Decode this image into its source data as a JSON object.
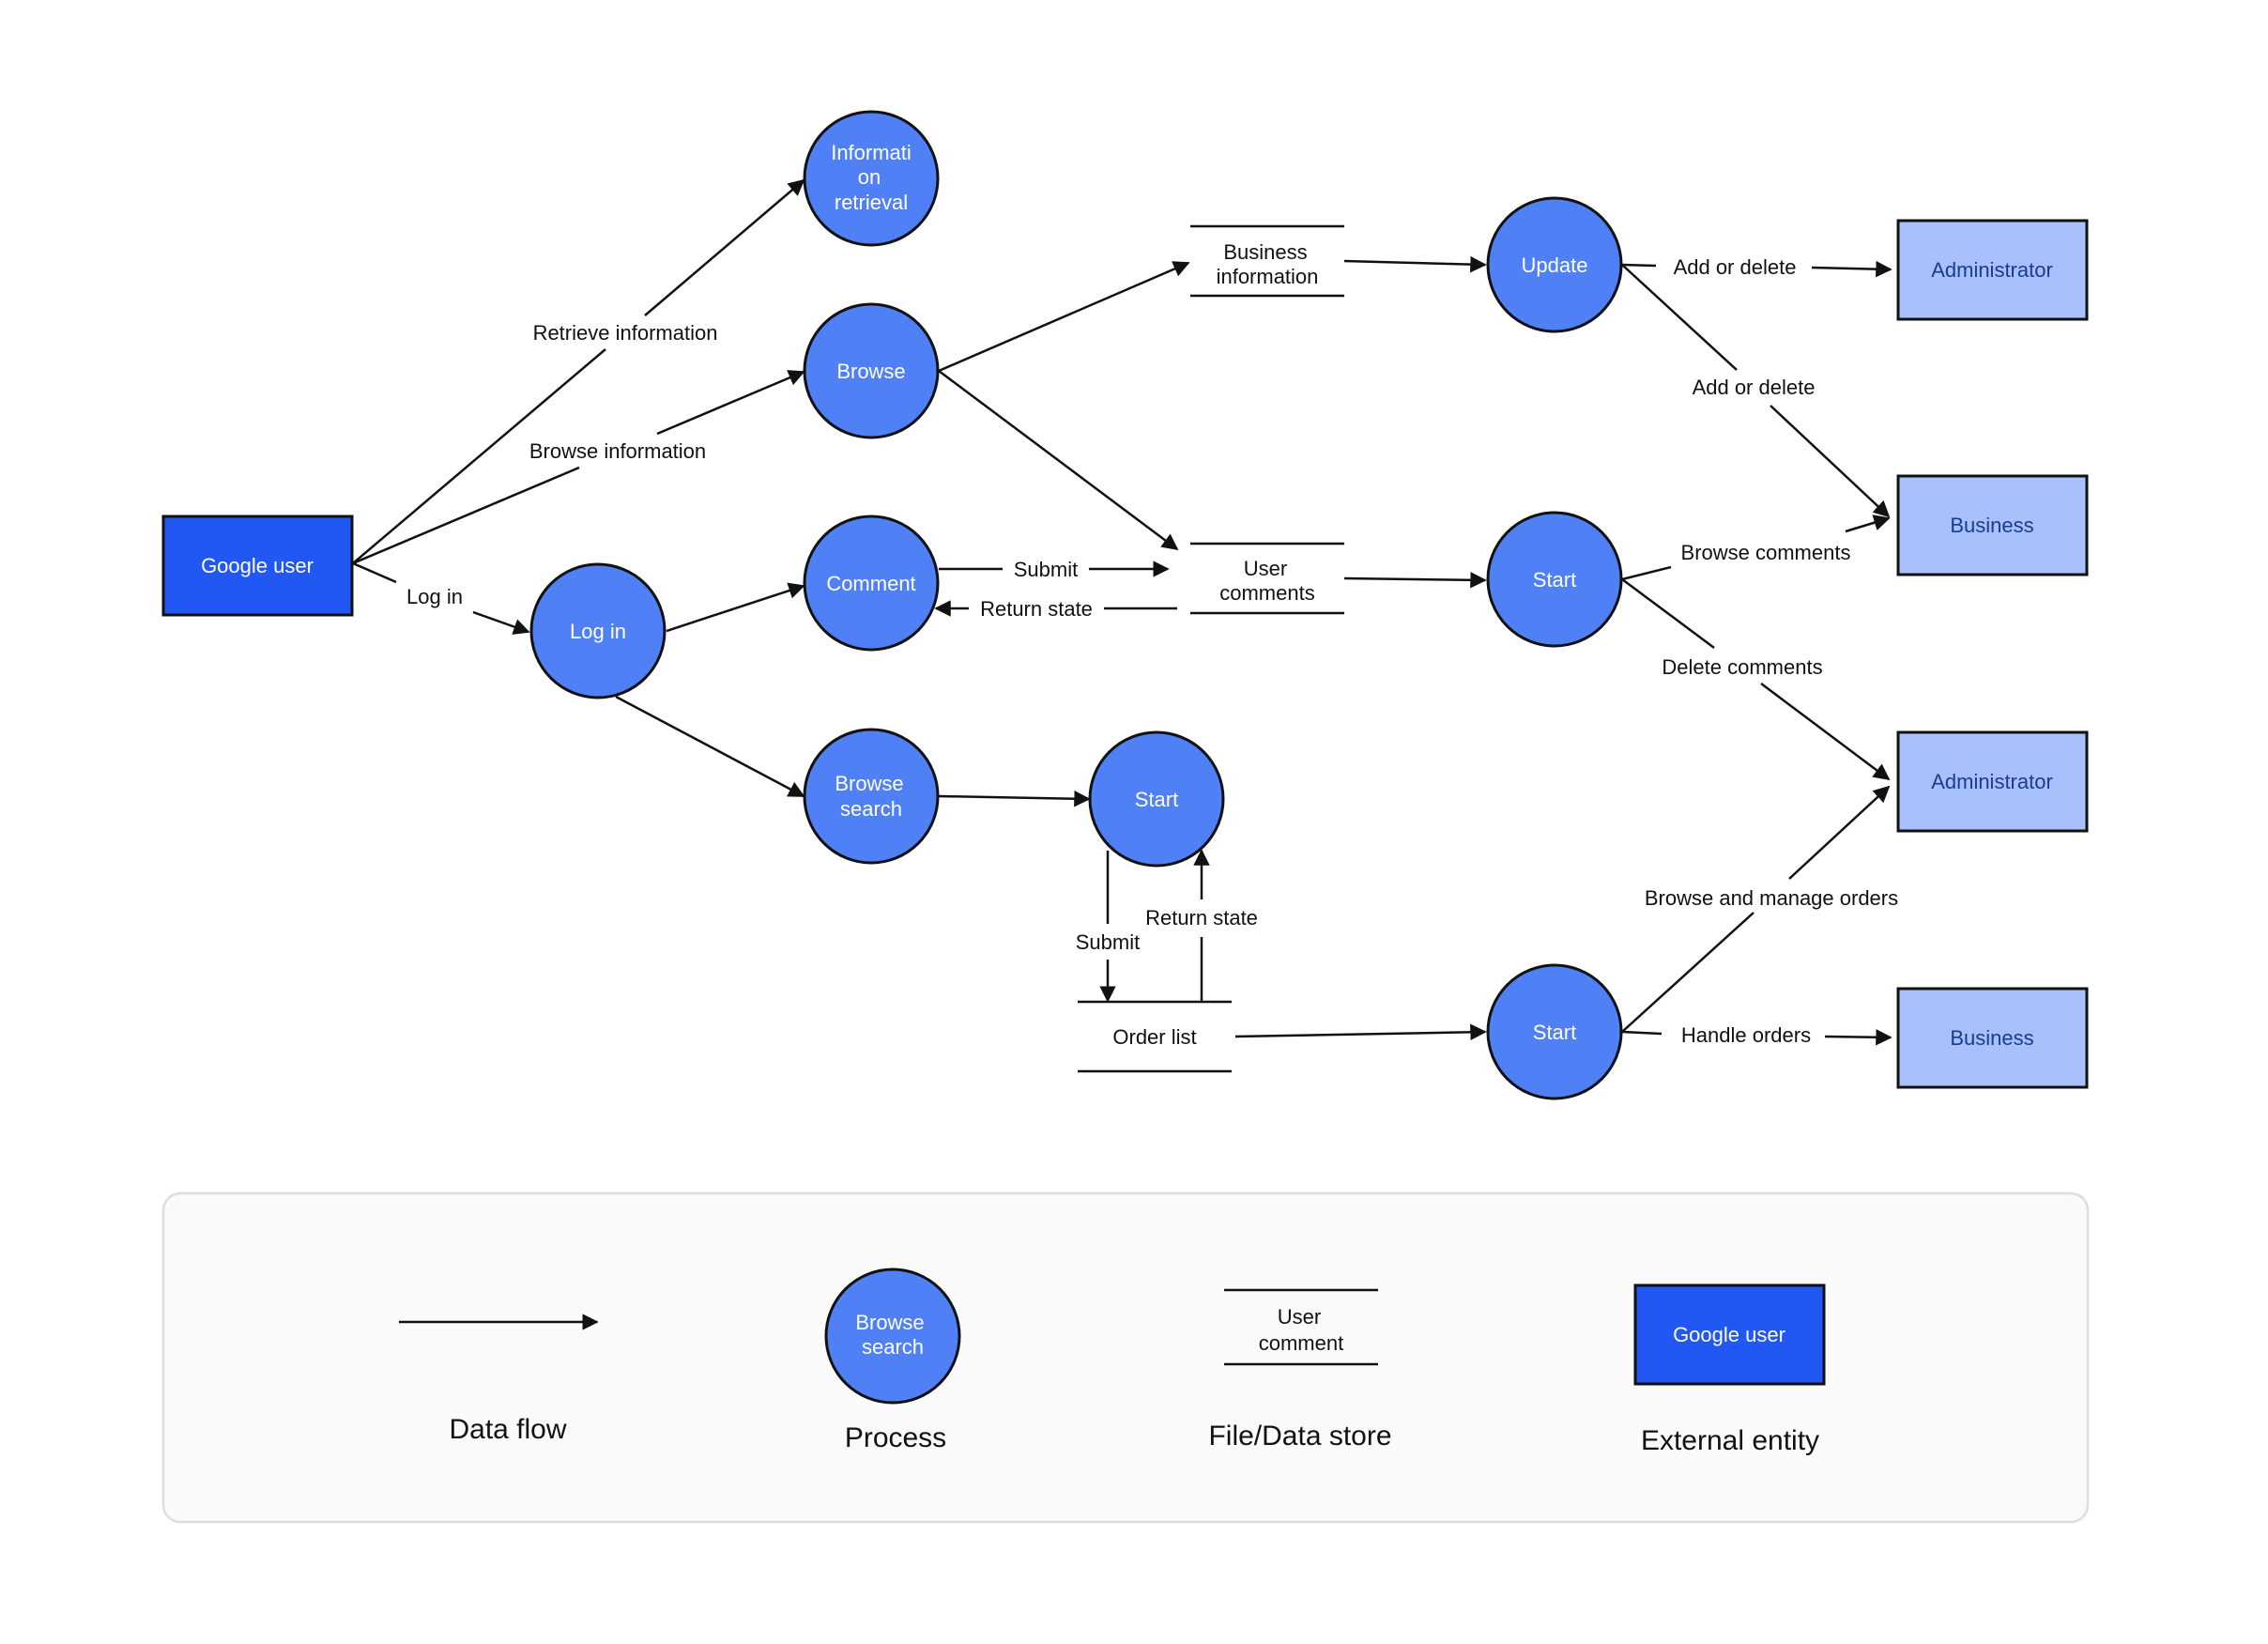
{
  "colors": {
    "process_fill": "#4f80f5",
    "entity_dark_fill": "#2158f4",
    "entity_light_fill": "#a8c1fd",
    "stroke": "#111111",
    "legend_bg": "#fafafa",
    "legend_border": "#dddddd"
  },
  "entities": {
    "google_user": "Google user",
    "admin_1": "Administrator",
    "business_1": "Business",
    "admin_2": "Administrator",
    "business_2": "Business"
  },
  "processes": {
    "info_retrieval": [
      "Informati",
      "on",
      "retrieval"
    ],
    "browse": [
      "Browse"
    ],
    "comment": [
      "Comment"
    ],
    "login": [
      "Log in"
    ],
    "browse_search": [
      "Browse",
      "search"
    ],
    "start_order": [
      "Start"
    ],
    "update": [
      "Update"
    ],
    "start_comments": [
      "Start"
    ],
    "start_orders": [
      "Start"
    ]
  },
  "stores": {
    "business_info": [
      "Business",
      "information"
    ],
    "user_comments": [
      "User",
      "comments"
    ],
    "order_list": [
      "Order list"
    ]
  },
  "flows": {
    "retrieve_information": "Retrieve information",
    "browse_information": "Browse information",
    "log_in": "Log in",
    "submit_comment": "Submit",
    "return_state_comment": "Return state",
    "submit_order": "Submit",
    "return_state_order": "Return state",
    "add_or_delete_1": "Add or delete",
    "add_or_delete_2": "Add or delete",
    "browse_comments": "Browse comments",
    "delete_comments": "Delete comments",
    "browse_manage_orders": "Browse and manage orders",
    "handle_orders": "Handle orders"
  },
  "legend": {
    "data_flow": "Data flow",
    "process": "Process",
    "process_sample": [
      "Browse",
      "search"
    ],
    "store": "File/Data store",
    "store_sample": [
      "User",
      "comment"
    ],
    "entity": "External entity",
    "entity_sample": "Google user"
  }
}
